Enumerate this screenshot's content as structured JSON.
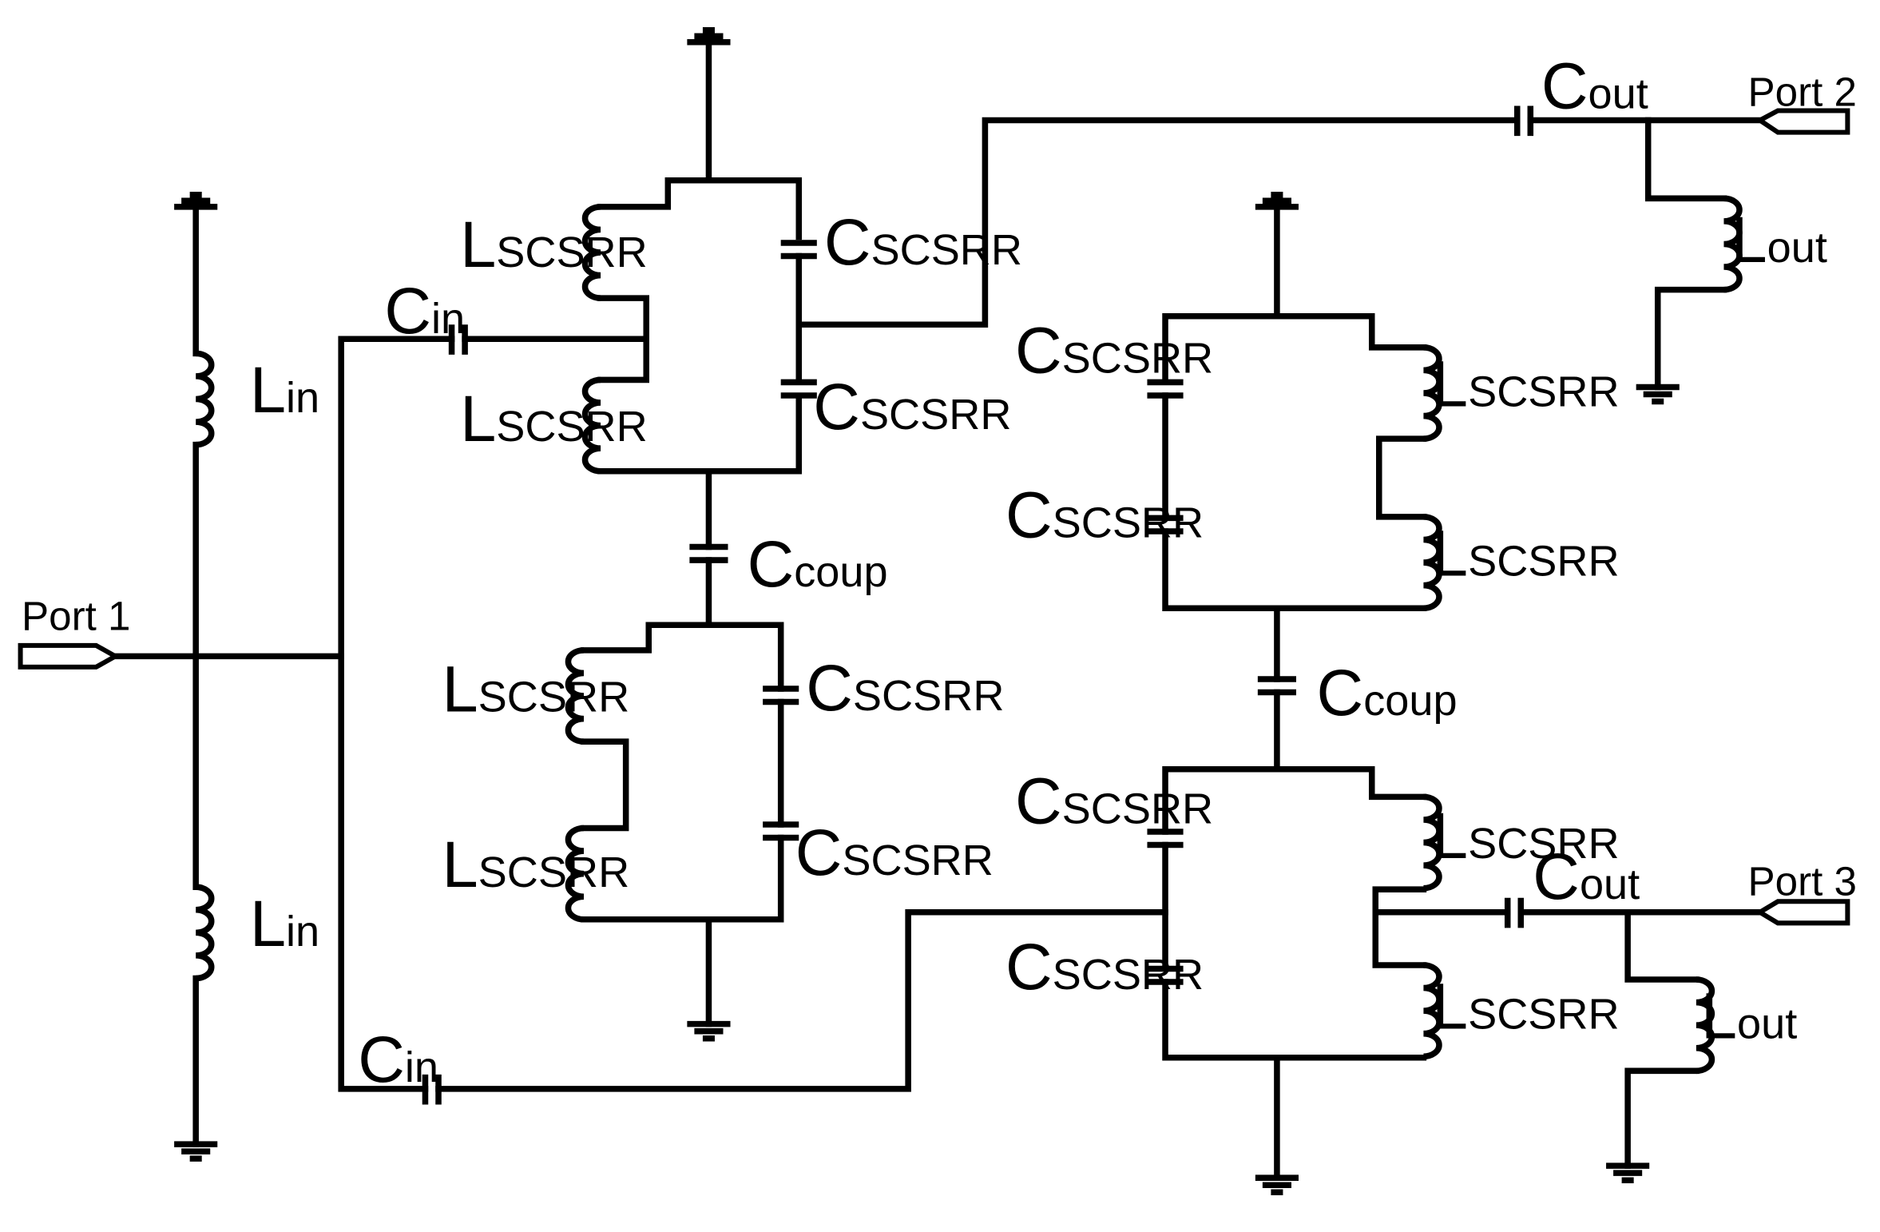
{
  "ports": {
    "port1": "Port 1",
    "port2": "Port 2",
    "port3": "Port 3"
  },
  "components": {
    "L_in": {
      "main": "L",
      "sub": "in"
    },
    "C_in": {
      "main": "C",
      "sub": "in"
    },
    "L_out": {
      "main": "L",
      "sub": "out"
    },
    "C_out": {
      "main": "C",
      "sub": "out"
    },
    "L_scsrr": {
      "main": "L",
      "sub": "SCSRR"
    },
    "C_scsrr": {
      "main": "C",
      "sub": "SCSRR"
    },
    "C_coup": {
      "main": "C",
      "sub": "coup"
    }
  },
  "colors": {
    "line": "#000000",
    "background": "#ffffff"
  }
}
